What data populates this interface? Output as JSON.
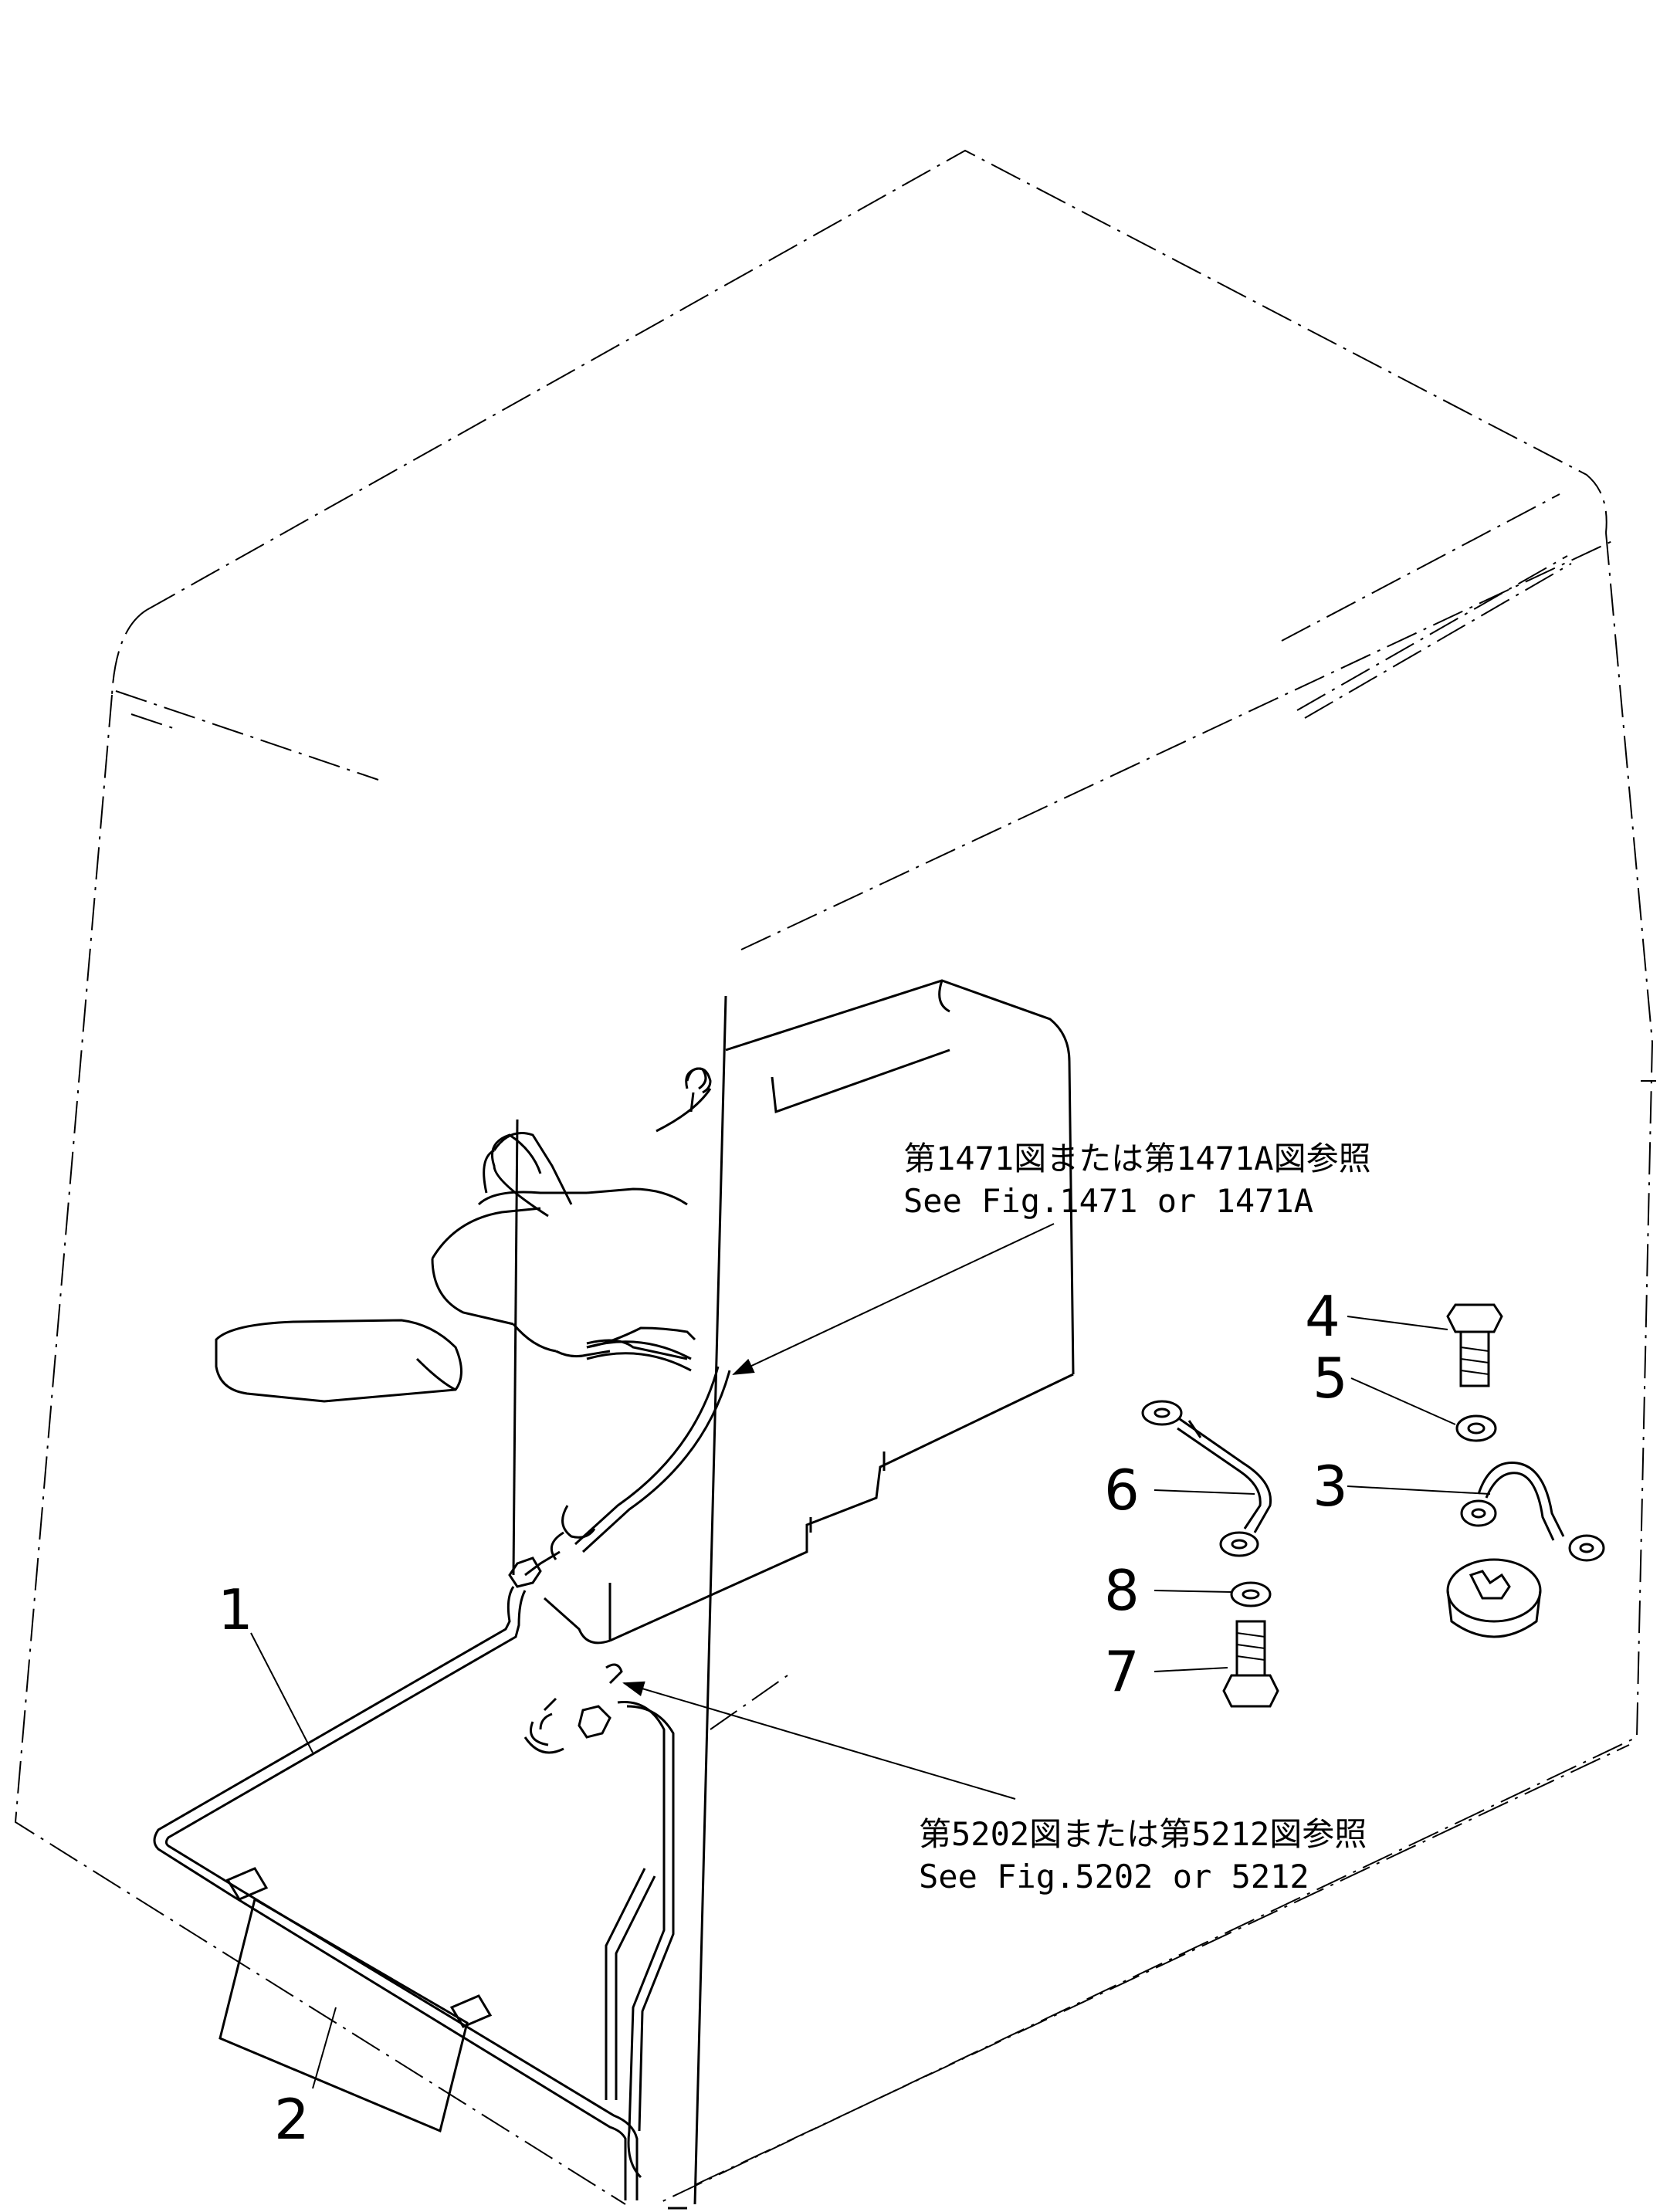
{
  "diagram": {
    "callouts": [
      {
        "id": "1",
        "label": "1"
      },
      {
        "id": "2",
        "label": "2"
      },
      {
        "id": "3",
        "label": "3"
      },
      {
        "id": "4",
        "label": "4"
      },
      {
        "id": "5",
        "label": "5"
      },
      {
        "id": "6",
        "label": "6"
      },
      {
        "id": "7",
        "label": "7"
      },
      {
        "id": "8",
        "label": "8"
      }
    ],
    "references": [
      {
        "jp": "第1471図または第1471A図参照",
        "en": "See Fig.1471 or 1471A"
      },
      {
        "jp": "第5202図または第5212図参照",
        "en": "See Fig.5202 or 5212"
      }
    ]
  }
}
